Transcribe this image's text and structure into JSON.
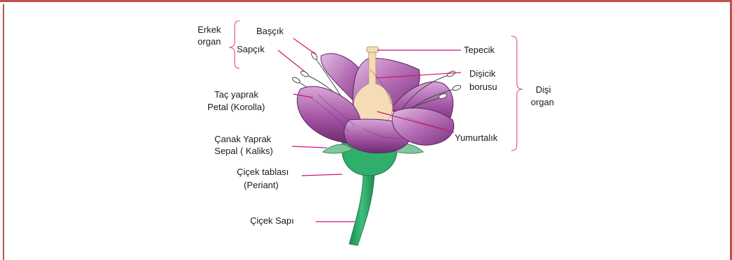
{
  "labels": {
    "male_organ_line1": "Erkek",
    "male_organ_line2": "organ",
    "anther": "Başçık",
    "filament": "Sapçık",
    "petal_line1": "Taç yaprak",
    "petal_line2": "Petal (Korolla)",
    "sepal_line1": "Çanak Yaprak",
    "sepal_line2": "Sepal ( Kaliks)",
    "receptacle_line1": "Çiçek tablası",
    "receptacle_line2": "(Periant)",
    "peduncle": "Çiçek Sapı",
    "stigma": "Tepecik",
    "style_line1": "Dişicik",
    "style_line2": "borusu",
    "ovary": "Yumurtalık",
    "female_organ_line1": "Dişi",
    "female_organ_line2": "organ"
  },
  "colors": {
    "frame": "#c0504d",
    "leader_lines": "#d2127a",
    "brace": "#e8607a",
    "petal": "#a857a8",
    "petal_dark": "#6f2a72",
    "petal_light": "#d6a9d6",
    "pistil": "#f6dcb8",
    "stem": "#2eaa6a",
    "stem_dark": "#1e7f4c"
  }
}
